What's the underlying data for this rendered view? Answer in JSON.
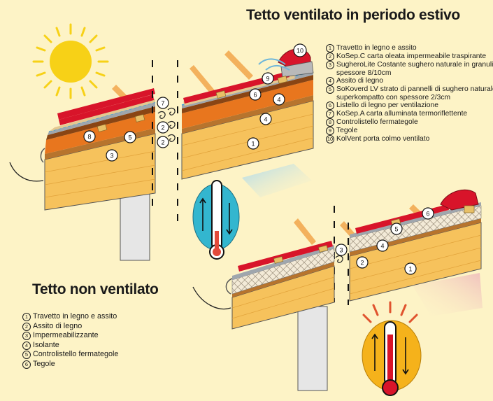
{
  "titles": {
    "ventilated": "Tetto ventilato in periodo estivo",
    "non_ventilated": "Tetto non ventilato"
  },
  "legend_ventilated": [
    {
      "num": "1",
      "text": "Travetto in legno e assito"
    },
    {
      "num": "2",
      "text": "KoSep.C carta oleata impermeabile traspirante"
    },
    {
      "num": "3",
      "text": "SugheroLite Costante sughero naturale in granuli spessore 8/10cm"
    },
    {
      "num": "4",
      "text": "Assito di legno"
    },
    {
      "num": "5",
      "text": "SoKoverd LV strato di pannelli di sughero naturale superkompatto con spessore 2/3cm"
    },
    {
      "num": "6",
      "text": "Listello di legno per ventilazione"
    },
    {
      "num": "7",
      "text": "KoSep.A carta alluminata termoriflettente"
    },
    {
      "num": "8",
      "text": "Controlistello fermategole"
    },
    {
      "num": "9",
      "text": "Tegole"
    },
    {
      "num": "10",
      "text": "KolVent porta colmo ventilato"
    }
  ],
  "legend_non_ventilated": [
    {
      "num": "1",
      "text": "Travetto in legno e assito"
    },
    {
      "num": "2",
      "text": "Assito di legno"
    },
    {
      "num": "3",
      "text": "Impermeabilizzante"
    },
    {
      "num": "4",
      "text": "Isolante"
    },
    {
      "num": "5",
      "text": "Controlistello fermategole"
    },
    {
      "num": "6",
      "text": "Tegole"
    }
  ],
  "callouts_top": [
    "10",
    "9",
    "6",
    "4",
    "4",
    "7",
    "2",
    "2",
    "8",
    "5",
    "3",
    "1"
  ],
  "callouts_bottom": [
    "6",
    "5",
    "4",
    "3",
    "2",
    "1"
  ],
  "colors": {
    "background": "#fdf3c6",
    "tile_red": "#d8142a",
    "wood": "#f6c25c",
    "cork_orange": "#e8761e",
    "cork_dark": "#8a4514",
    "sun": "#f7d117",
    "thermo_cool": "#33b6cf",
    "thermo_hot": "#f5b21b"
  }
}
